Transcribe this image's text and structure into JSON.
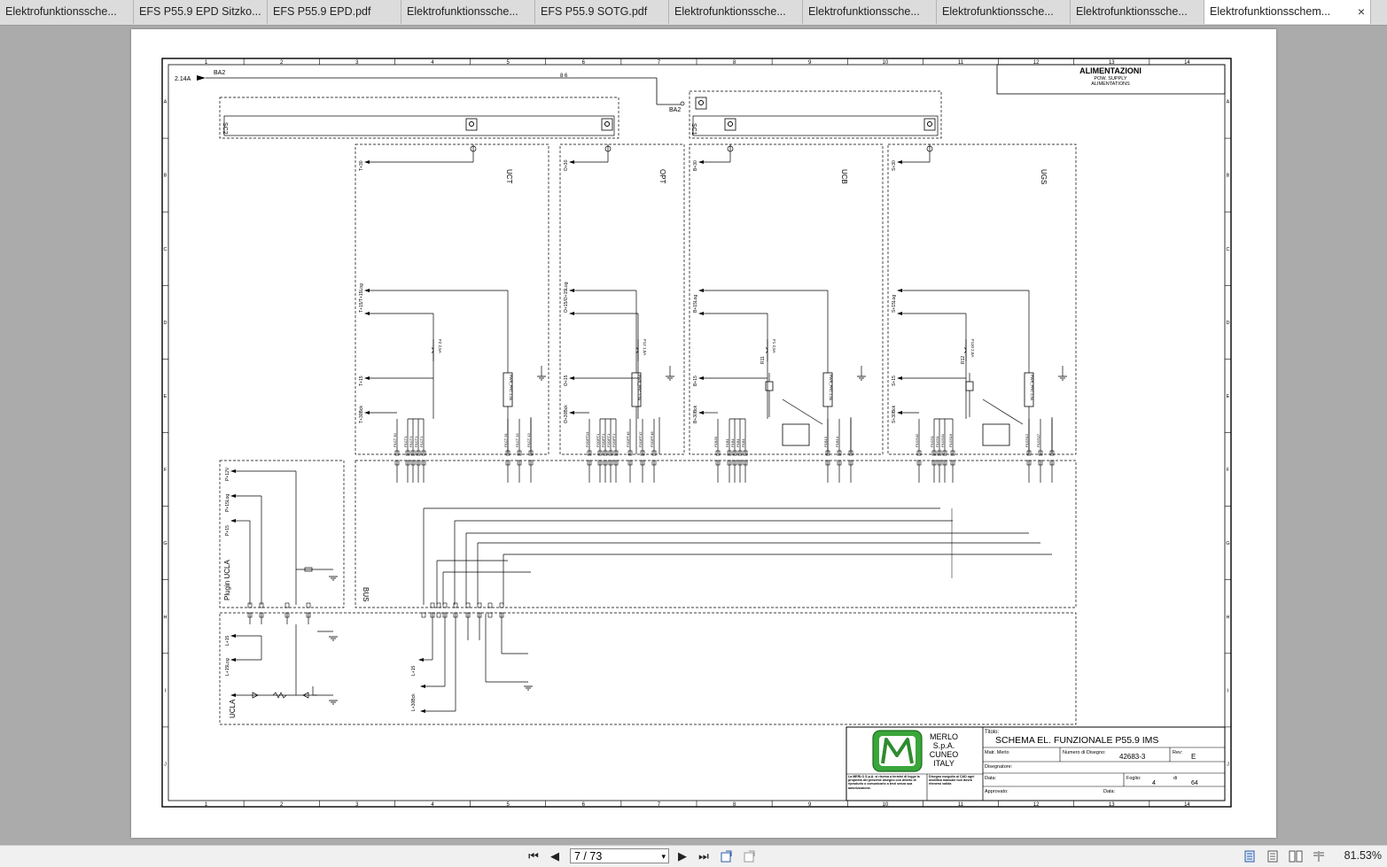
{
  "tabs": [
    {
      "label": "Elektrofunktionssche..."
    },
    {
      "label": "EFS P55.9 EPD Sitzko..."
    },
    {
      "label": "EFS P55.9 EPD.pdf"
    },
    {
      "label": "Elektrofunktionssche..."
    },
    {
      "label": "EFS P55.9 SOTG.pdf"
    },
    {
      "label": "Elektrofunktionssche..."
    },
    {
      "label": "Elektrofunktionssche..."
    },
    {
      "label": "Elektrofunktionssche..."
    },
    {
      "label": "Elektrofunktionssche..."
    },
    {
      "label": "Elektrofunktionsschem..."
    }
  ],
  "close_glyph": "×",
  "nav": {
    "first": "⏮",
    "prev": "◀",
    "next": "▶",
    "last": "⏭",
    "page_value": "7 / 73",
    "dropdown": "▾"
  },
  "zoom": "81.53%",
  "drawing": {
    "col_numbers": [
      "1",
      "2",
      "3",
      "4",
      "5",
      "6",
      "7",
      "8",
      "9",
      "10",
      "11",
      "12",
      "13",
      "14"
    ],
    "row_letters": [
      "A",
      "B",
      "C",
      "D",
      "E",
      "F",
      "G",
      "H",
      "I",
      "J"
    ],
    "section_title": "ALIMENTAZIONI",
    "section_sub1": "POW. SUPPLY",
    "section_sub2": "ALIMENTATIONS",
    "ref_in": "2.14A",
    "ba2": "BA2",
    "ba2_b": "BA2",
    "bus_label": "8  6",
    "sc2": "SC2",
    "sc1": "SC1",
    "modules": [
      "UCT",
      "OPT",
      "UCB",
      "UGS"
    ],
    "bus": "BUS",
    "plugin": "Plugin UCLA",
    "ucla": "UCLA",
    "company": [
      "MERLO",
      "S.p.A.",
      "CUNEO",
      "ITALY"
    ],
    "titolo_label": "Titolo:",
    "titolo": "SCHEMA  EL.  FUNZIONALE  P55.9  IMS",
    "matr_label": "Matr. Merlo",
    "numero_label": "Numero di Disegno:",
    "numero": "42683-3",
    "rev_label": "Rev:",
    "rev": "E",
    "disegnatore_label": "Disegnatore:",
    "data_label": "Data:",
    "foglio_label": "Foglio:",
    "foglio": "4",
    "di_label": "di",
    "di": "64",
    "approvato_label": "Approvato:",
    "data2_label": "Data:",
    "legal1": "La MERLO S.p.A. si riserva a termini di legge la proprietà del presente disegno con divieto di riprodurlo o comunicarlo a terzi senza sua autorizzazione.",
    "legal2": "Disegno eseguito al CAD ogni modifica manuale non dovrà ritenersi valida",
    "fuses": [
      "F2 2,5A",
      "F12 1,5A",
      "F1 2,5A",
      "F110 2,5A",
      "F2 2,5A"
    ],
    "relays": [
      "R11",
      "R12"
    ],
    "conn_pwr": "PWR_PRC 2,5A",
    "pins_uct": [
      "P1CT 30",
      "P1CT1",
      "P1CT1",
      "P1CT1",
      "P1CT1",
      "P1CT 31",
      "P1CT 15",
      "P1CT 13"
    ],
    "pins_opt": [
      "P2OPT01",
      "P2OPT1",
      "P2OPT1",
      "P2OPT1",
      "P2OPT1",
      "P2OPT46",
      "P2OPT47",
      "P2OPT48"
    ],
    "pins_ucb": [
      "P1B30",
      "P1B1",
      "P1B1",
      "P1B1",
      "P1B1",
      "P1B13",
      "P1B14"
    ],
    "pins_ugs": [
      "P1GS42",
      "P1GS1",
      "P1GS1",
      "P1GS31",
      "P1GS16",
      "P1GS12",
      "P1GS27"
    ],
    "wire_labels": [
      "T+30",
      "T+15/T+15Log",
      "T+15",
      "T+30Bck",
      "O+30",
      "O+15/O+15Log",
      "O+15",
      "O+30Bck",
      "B+30",
      "B+15Log",
      "B+15",
      "B+30Bck",
      "S+30",
      "S+15Log",
      "S+15",
      "S+30Bck",
      "P+12V",
      "P+15Log",
      "P+15",
      "L+15",
      "L+15Log",
      "L+30Bck"
    ]
  }
}
